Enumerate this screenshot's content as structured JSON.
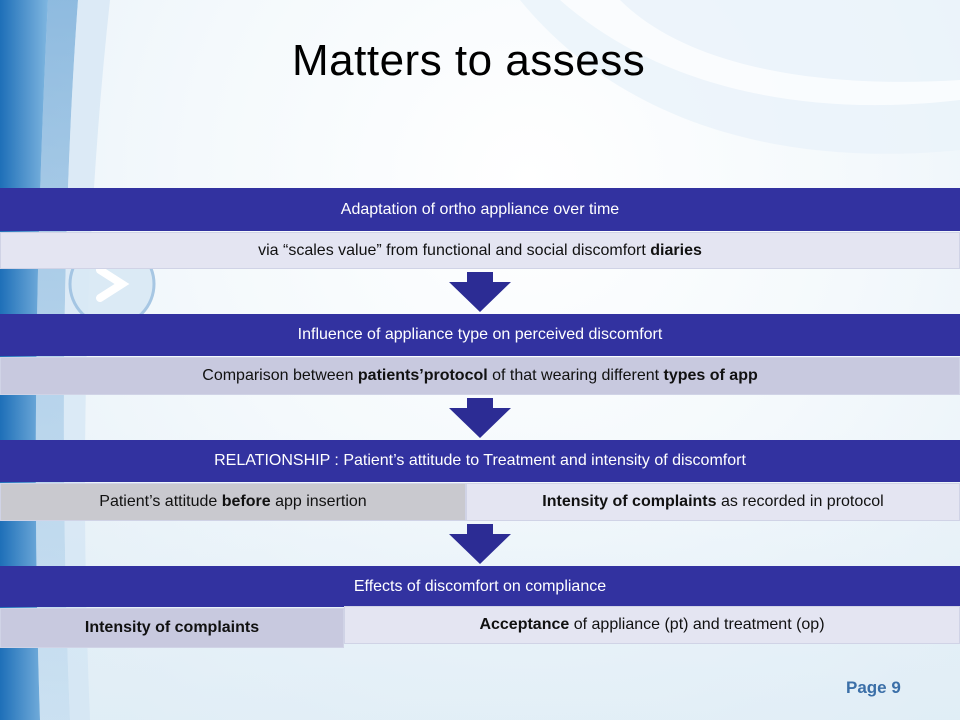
{
  "slide": {
    "title": "Matters to assess",
    "page_label": "Page 9",
    "colors": {
      "band": "#3232a0",
      "sub_light": "#e4e5f2",
      "sub_mid": "#c8c9df",
      "sub_gray": "#c9c9cf",
      "arrow": "#2c2c94",
      "page_text": "#3b6fa8"
    }
  },
  "sections": [
    {
      "header": "Adaptation of ortho appliance over time",
      "detail": {
        "pre": "via “scales value” from functional and social discomfort ",
        "bold": "diaries"
      }
    },
    {
      "header": "Influence of appliance type on perceived discomfort",
      "detail": {
        "pre": "Comparison between ",
        "bold1": "patients’protocol",
        "mid": " of that wearing different ",
        "bold2": "types of app"
      }
    },
    {
      "header": "RELATIONSHIP : Patient’s attitude to Treatment and intensity of discomfort",
      "left": {
        "pre": "Patient’s attitude ",
        "bold": "before",
        "post": " app insertion"
      },
      "right": {
        "bold": "Intensity of complaints",
        "post": " as recorded in protocol"
      }
    },
    {
      "header": "Effects of discomfort on compliance",
      "left": {
        "bold": "Intensity of complaints"
      },
      "right": {
        "bold": "Acceptance",
        "post": " of appliance (pt) and treatment (op)"
      }
    }
  ]
}
